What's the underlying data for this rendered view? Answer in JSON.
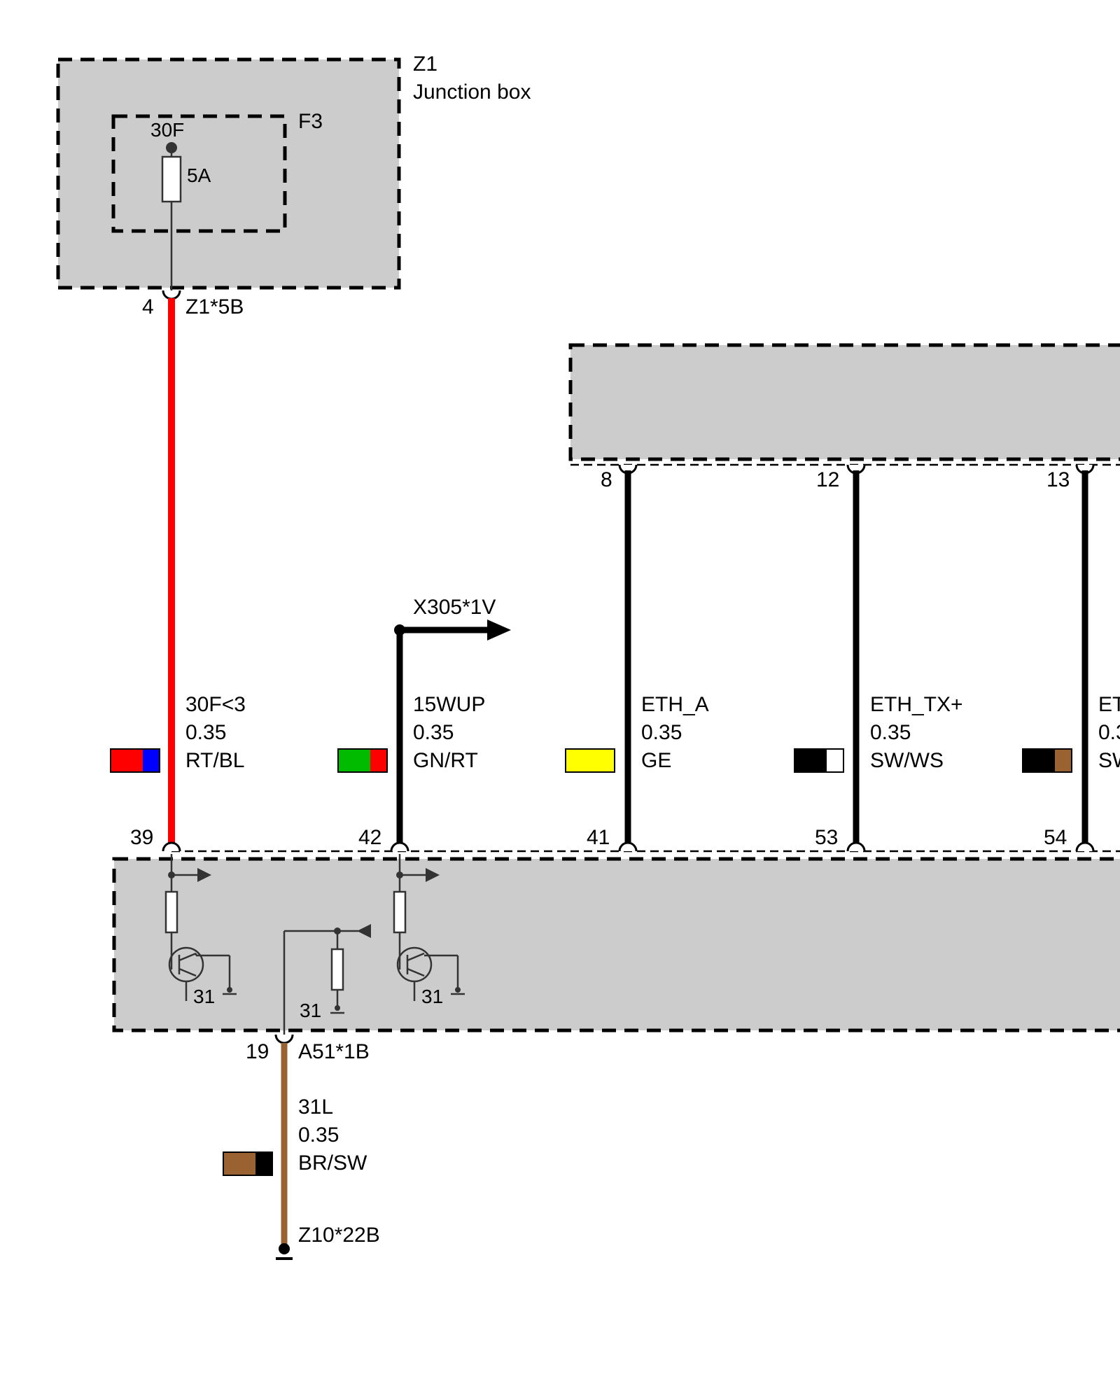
{
  "junction_box": {
    "id": "Z1",
    "name": "Junction box",
    "fuse_id": "F3",
    "fuse_terminal": "30F",
    "fuse_rating": "5A",
    "pin": "4",
    "connector": "Z1*5B"
  },
  "upper_module": {
    "pins": [
      "8",
      "12",
      "13"
    ]
  },
  "lower_module": {
    "pins": [
      "39",
      "42",
      "41",
      "53",
      "54"
    ],
    "ground_label": "31",
    "bottom_pin": "19",
    "bottom_connector": "A51*1B"
  },
  "wires": [
    {
      "signal": "30F<3",
      "gauge": "0.35",
      "color_code": "RT/BL",
      "colors": [
        "#ff0000",
        "#0000ff"
      ]
    },
    {
      "signal": "15WUP",
      "gauge": "0.35",
      "color_code": "GN/RT",
      "colors": [
        "#00bb00",
        "#ff0000"
      ]
    },
    {
      "signal": "ETH_A",
      "gauge": "0.35",
      "color_code": "GE",
      "colors": [
        "#ffff00"
      ]
    },
    {
      "signal": "ETH_TX+",
      "gauge": "0.35",
      "color_code": "SW/WS",
      "colors": [
        "#000000",
        "#ffffff"
      ]
    },
    {
      "signal": "ET",
      "gauge": "0.3",
      "color_code": "SW",
      "colors": [
        "#000000",
        "#9a6230"
      ]
    }
  ],
  "connector_ref": "X305*1V",
  "ground_wire": {
    "signal": "31L",
    "gauge": "0.35",
    "color_code": "BR/SW",
    "colors": [
      "#9a6230",
      "#000000"
    ],
    "ground_point": "Z10*22B"
  }
}
